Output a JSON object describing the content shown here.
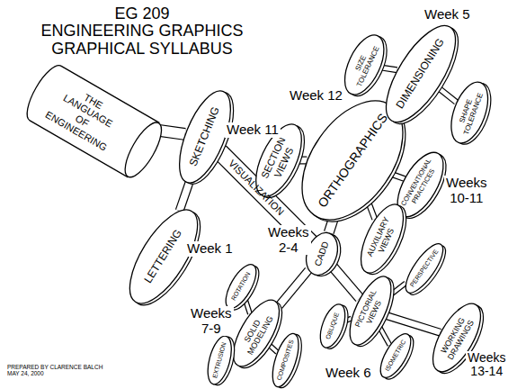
{
  "diagram": {
    "title": "EG 209 ENGINEERING GRAPHICS GRAPHICAL SYLLABUS",
    "nodes": [
      {
        "text": [
          "THE LANGUAGE OF ENGINEERING"
        ]
      },
      {
        "text": [
          "SKETCHING"
        ]
      },
      {
        "text": [
          "LETTERING"
        ]
      },
      {
        "text": [
          "SECTION VIEWS"
        ]
      },
      {
        "text": [
          "ORTHOGRAPHICS"
        ]
      },
      {
        "text": [
          "SIZE TOLERANCE"
        ]
      },
      {
        "text": [
          "DIMENSIONING"
        ]
      },
      {
        "text": [
          "SHAPE TOLERANCE"
        ]
      },
      {
        "text": [
          "CONVENTIONAL PRACTICES"
        ]
      },
      {
        "text": [
          "AUXILIARY VIEWS"
        ]
      },
      {
        "text": [
          "CADD"
        ]
      },
      {
        "text": [
          "ROTATION"
        ]
      },
      {
        "text": [
          "SOLID MODELING"
        ]
      },
      {
        "text": [
          "EXTRUSION"
        ]
      },
      {
        "text": [
          "COMPOSITES"
        ]
      },
      {
        "text": [
          "OBLIQUE"
        ]
      },
      {
        "text": [
          "PICTORIAL VIEWS"
        ]
      },
      {
        "text": [
          "PERSPECTIVE"
        ]
      },
      {
        "text": [
          "ISOMETRIC"
        ]
      },
      {
        "text": [
          "WORKING DRAWINGS"
        ]
      }
    ],
    "edges": [
      {
        "from": 0,
        "to": 1,
        "arrow": "none"
      },
      {
        "from": 1,
        "to": 2,
        "arrow": "none"
      },
      {
        "from": 1,
        "to": 10,
        "label": "VISUALIZATION",
        "arrow": "none"
      },
      {
        "from": 10,
        "to": 4,
        "arrow": "none"
      },
      {
        "from": 4,
        "to": 3,
        "arrow": "none"
      },
      {
        "from": 4,
        "to": 6,
        "arrow": "none"
      },
      {
        "from": 6,
        "to": 5,
        "arrow": "none"
      },
      {
        "from": 6,
        "to": 7,
        "arrow": "none"
      },
      {
        "from": 4,
        "to": 8,
        "arrow": "none"
      },
      {
        "from": 4,
        "to": 9,
        "arrow": "none"
      },
      {
        "from": 10,
        "to": 12,
        "arrow": "none"
      },
      {
        "from": 12,
        "to": 11,
        "arrow": "none"
      },
      {
        "from": 12,
        "to": 13,
        "arrow": "none"
      },
      {
        "from": 12,
        "to": 14,
        "arrow": "none"
      },
      {
        "from": 10,
        "to": 16,
        "arrow": "none"
      },
      {
        "from": 16,
        "to": 15,
        "arrow": "none"
      },
      {
        "from": 16,
        "to": 18,
        "arrow": "none"
      },
      {
        "from": 16,
        "to": 17,
        "arrow": "none"
      },
      {
        "from": 16,
        "to": 19,
        "arrow": "none"
      }
    ],
    "labels": [
      "Week 5",
      "Week 12",
      "Week 11",
      "Weeks 10-11",
      "Weeks 2-4",
      "Week 1",
      "Weeks 7-9",
      "Week 6",
      "Weeks 13-14",
      "PREPARED BY CLARENCE BALCH MAY 24, 2000"
    ]
  }
}
